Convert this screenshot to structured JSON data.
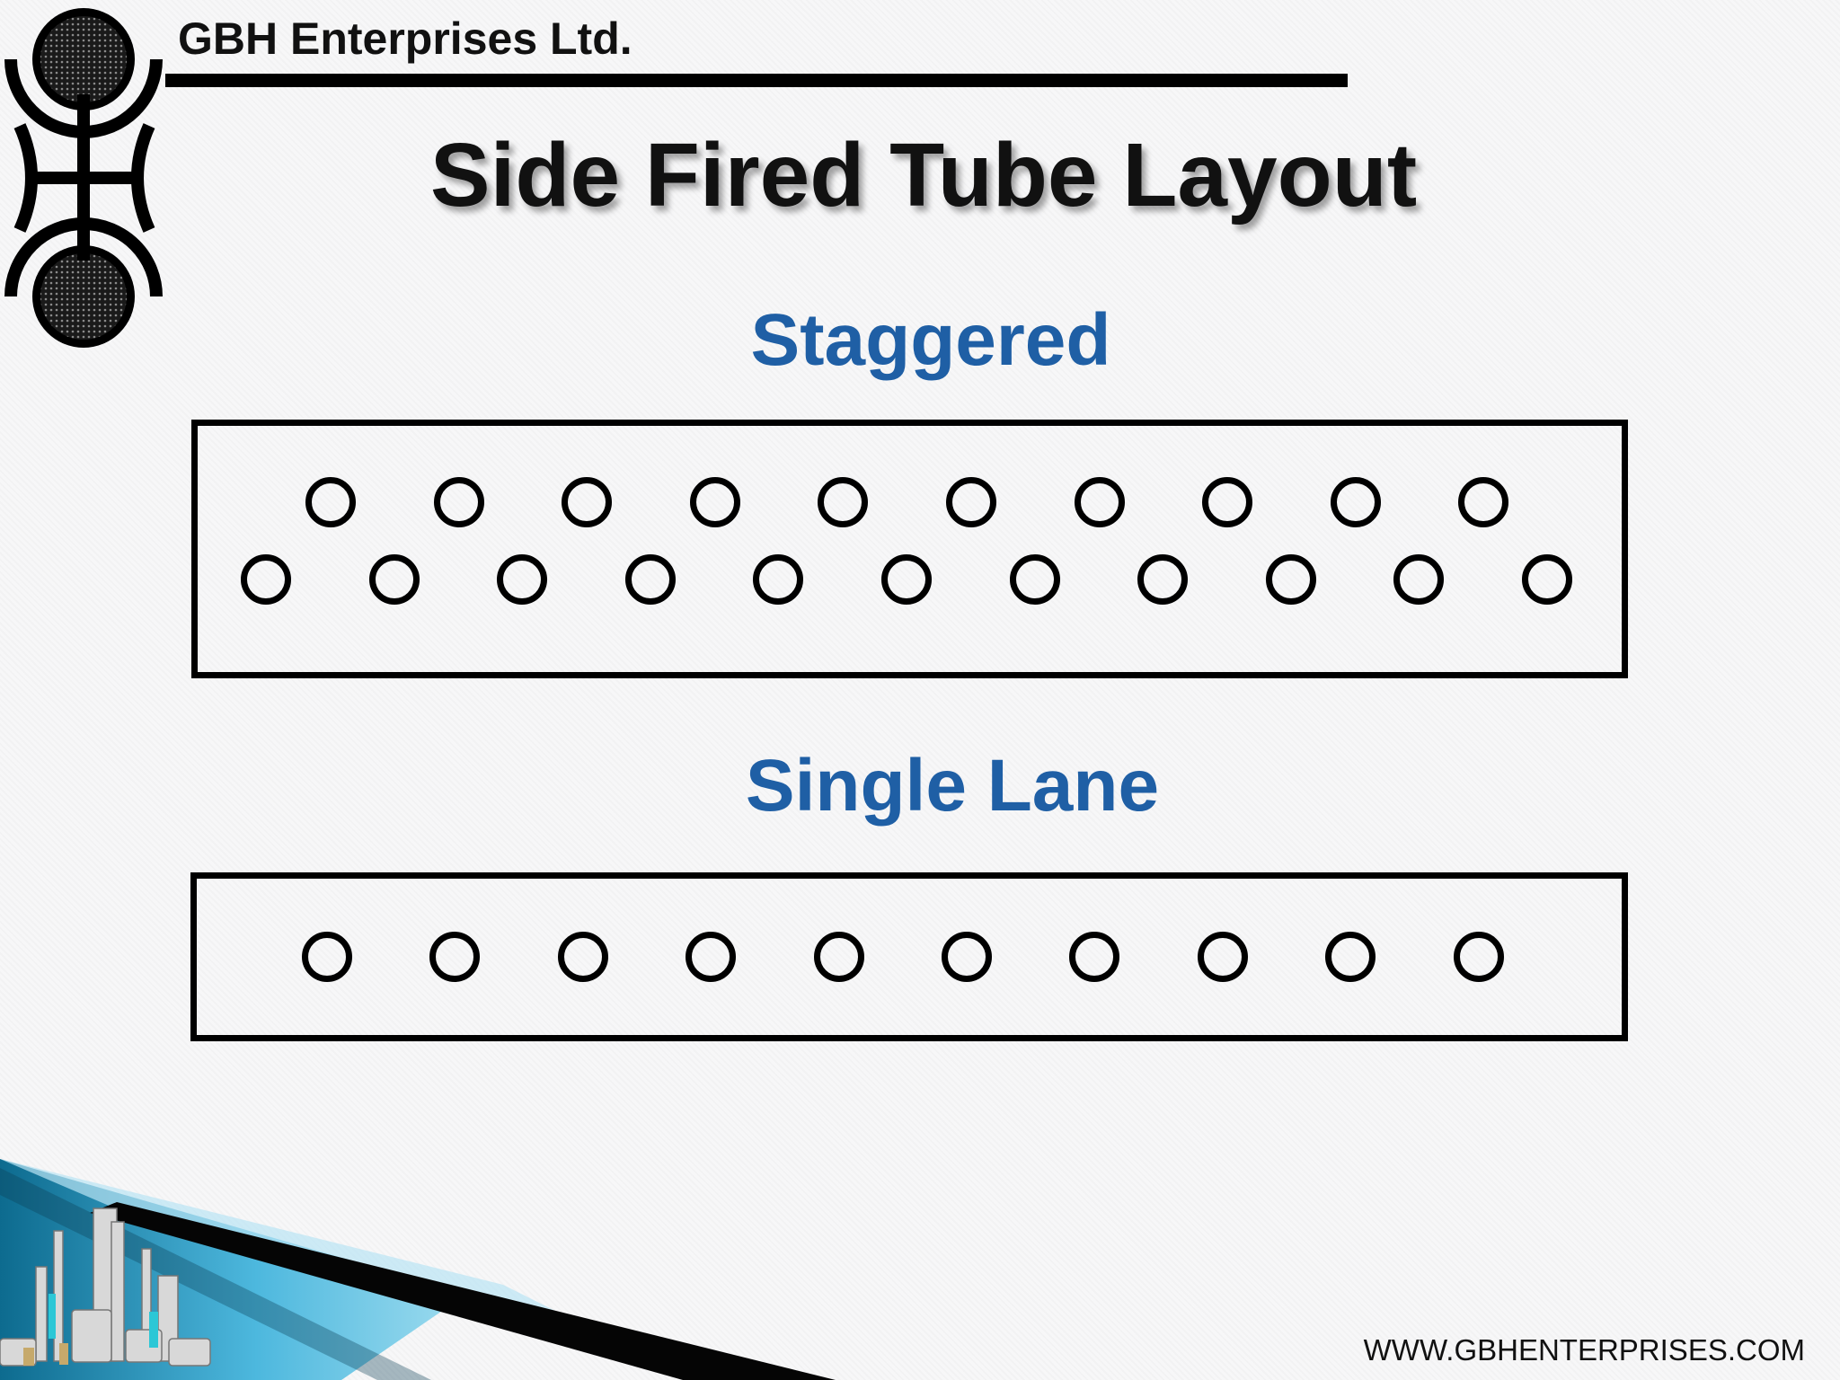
{
  "header": {
    "company": "GBH Enterprises Ltd."
  },
  "slide": {
    "title": "Side Fired Tube Layout"
  },
  "layouts": {
    "staggered": {
      "label": "Staggered",
      "rows": [
        {
          "name": "upper",
          "tube_count": 10
        },
        {
          "name": "lower",
          "tube_count": 11
        }
      ]
    },
    "single_lane": {
      "label": "Single Lane",
      "rows": [
        {
          "name": "single",
          "tube_count": 10
        }
      ]
    }
  },
  "footer": {
    "url": "WWW.GBHENTERPRISES.COM"
  },
  "colors": {
    "accent_blue": "#1f5fa5",
    "line": "#000000",
    "background": "#f7f7f8"
  }
}
